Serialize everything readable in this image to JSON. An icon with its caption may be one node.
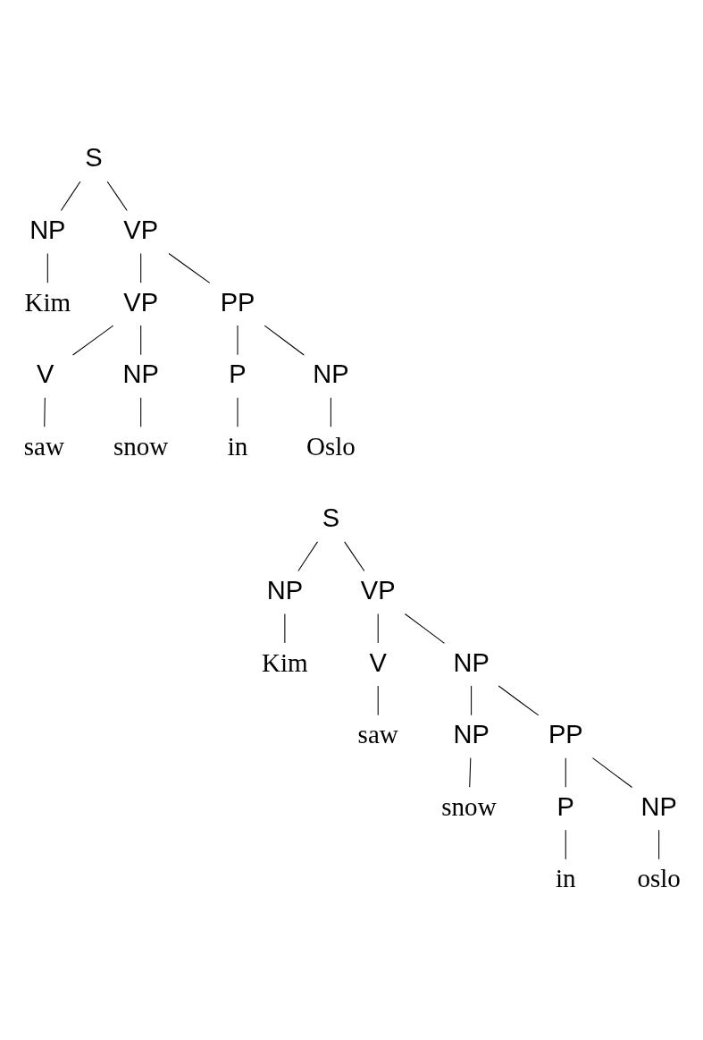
{
  "diagram": {
    "nodes": [
      {
        "text": [
          "S"
        ]
      },
      {
        "text": [
          "NP"
        ]
      },
      {
        "text": [
          "VP"
        ]
      },
      {
        "text": [
          "Kim"
        ]
      },
      {
        "text": [
          "VP"
        ]
      },
      {
        "text": [
          "PP"
        ]
      },
      {
        "text": [
          "V"
        ]
      },
      {
        "text": [
          "NP"
        ]
      },
      {
        "text": [
          "P"
        ]
      },
      {
        "text": [
          "NP"
        ]
      },
      {
        "text": [
          "saw"
        ]
      },
      {
        "text": [
          "snow"
        ]
      },
      {
        "text": [
          "in"
        ]
      },
      {
        "text": [
          "Oslo"
        ]
      },
      {
        "text": [
          "S"
        ]
      },
      {
        "text": [
          "NP"
        ]
      },
      {
        "text": [
          "VP"
        ]
      },
      {
        "text": [
          "Kim"
        ]
      },
      {
        "text": [
          "V"
        ]
      },
      {
        "text": [
          "NP"
        ]
      },
      {
        "text": [
          "saw"
        ]
      },
      {
        "text": [
          "NP"
        ]
      },
      {
        "text": [
          "PP"
        ]
      },
      {
        "text": [
          "snow"
        ]
      },
      {
        "text": [
          "P"
        ]
      },
      {
        "text": [
          "NP"
        ]
      },
      {
        "text": [
          "in"
        ]
      },
      {
        "text": [
          "oslo"
        ]
      }
    ],
    "edges": [
      {
        "from": 0,
        "to": 1,
        "arrow": "none"
      },
      {
        "from": 0,
        "to": 2,
        "arrow": "none"
      },
      {
        "from": 1,
        "to": 3,
        "arrow": "none"
      },
      {
        "from": 2,
        "to": 4,
        "arrow": "none"
      },
      {
        "from": 2,
        "to": 5,
        "arrow": "none"
      },
      {
        "from": 4,
        "to": 6,
        "arrow": "none"
      },
      {
        "from": 4,
        "to": 7,
        "arrow": "none"
      },
      {
        "from": 5,
        "to": 8,
        "arrow": "none"
      },
      {
        "from": 5,
        "to": 9,
        "arrow": "none"
      },
      {
        "from": 6,
        "to": 10,
        "arrow": "none"
      },
      {
        "from": 7,
        "to": 11,
        "arrow": "none"
      },
      {
        "from": 8,
        "to": 12,
        "arrow": "none"
      },
      {
        "from": 9,
        "to": 13,
        "arrow": "none"
      },
      {
        "from": 14,
        "to": 15,
        "arrow": "none"
      },
      {
        "from": 14,
        "to": 16,
        "arrow": "none"
      },
      {
        "from": 15,
        "to": 17,
        "arrow": "none"
      },
      {
        "from": 16,
        "to": 18,
        "arrow": "none"
      },
      {
        "from": 16,
        "to": 19,
        "arrow": "none"
      },
      {
        "from": 18,
        "to": 20,
        "arrow": "none"
      },
      {
        "from": 19,
        "to": 21,
        "arrow": "none"
      },
      {
        "from": 19,
        "to": 22,
        "arrow": "none"
      },
      {
        "from": 21,
        "to": 23,
        "arrow": "none"
      },
      {
        "from": 22,
        "to": 24,
        "arrow": "none"
      },
      {
        "from": 22,
        "to": 25,
        "arrow": "none"
      },
      {
        "from": 24,
        "to": 26,
        "arrow": "none"
      },
      {
        "from": 25,
        "to": 27,
        "arrow": "none"
      }
    ]
  }
}
